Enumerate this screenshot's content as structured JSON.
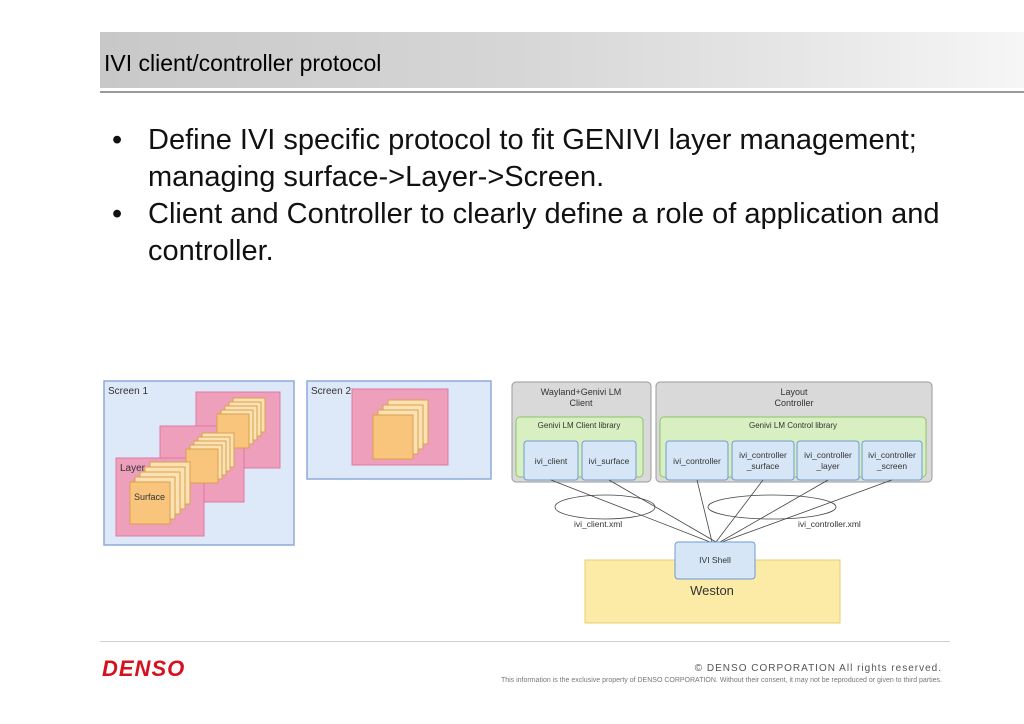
{
  "slide": {
    "title": "IVI client/controller protocol",
    "bullets": [
      "Define IVI specific protocol to fit GENIVI layer management; managing surface->Layer->Screen.",
      "Client and Controller to clearly define a role of application and controller."
    ]
  },
  "left_diagram": {
    "screen1_label": "Screen 1",
    "screen2_label": "Screen 2",
    "layer_label": "Layer",
    "surface_label": "Surface"
  },
  "right_diagram": {
    "client_box": [
      "Wayland+Genivi LM",
      "Client"
    ],
    "controller_box": [
      "Layout",
      "Controller"
    ],
    "client_library": "Genivi LM Client library",
    "control_library": "Genivi LM Control library",
    "client_interfaces": [
      "ivi_client",
      "ivi_surface"
    ],
    "controller_interfaces": [
      [
        "ivi_controller"
      ],
      [
        "ivi_controller",
        "_surface"
      ],
      [
        "ivi_controller",
        "_layer"
      ],
      [
        "ivi_controller",
        "_screen"
      ]
    ],
    "client_xml": "ivi_client.xml",
    "controller_xml": "ivi_controller.xml",
    "shell": "IVI Shell",
    "weston": "Weston"
  },
  "footer": {
    "logo": "DENSO",
    "copyright": "© DENSO CORPORATION All rights reserved.",
    "disclaimer": "This information is the exclusive property of DENSO CORPORATION. Without their consent, it may not be reproduced or given to third parties."
  },
  "colors": {
    "screen_fill": "#dde8f8",
    "screen_border": "#8eaad8",
    "layer_fill": "#ee9fbc",
    "surface_fill": "#f9c47c",
    "grey_box": "#d9d9d9",
    "green_fill": "#d8efc2",
    "blue_box": "#d6e6f6",
    "weston_fill": "#fbeba6",
    "logo_red": "#d7101e"
  }
}
